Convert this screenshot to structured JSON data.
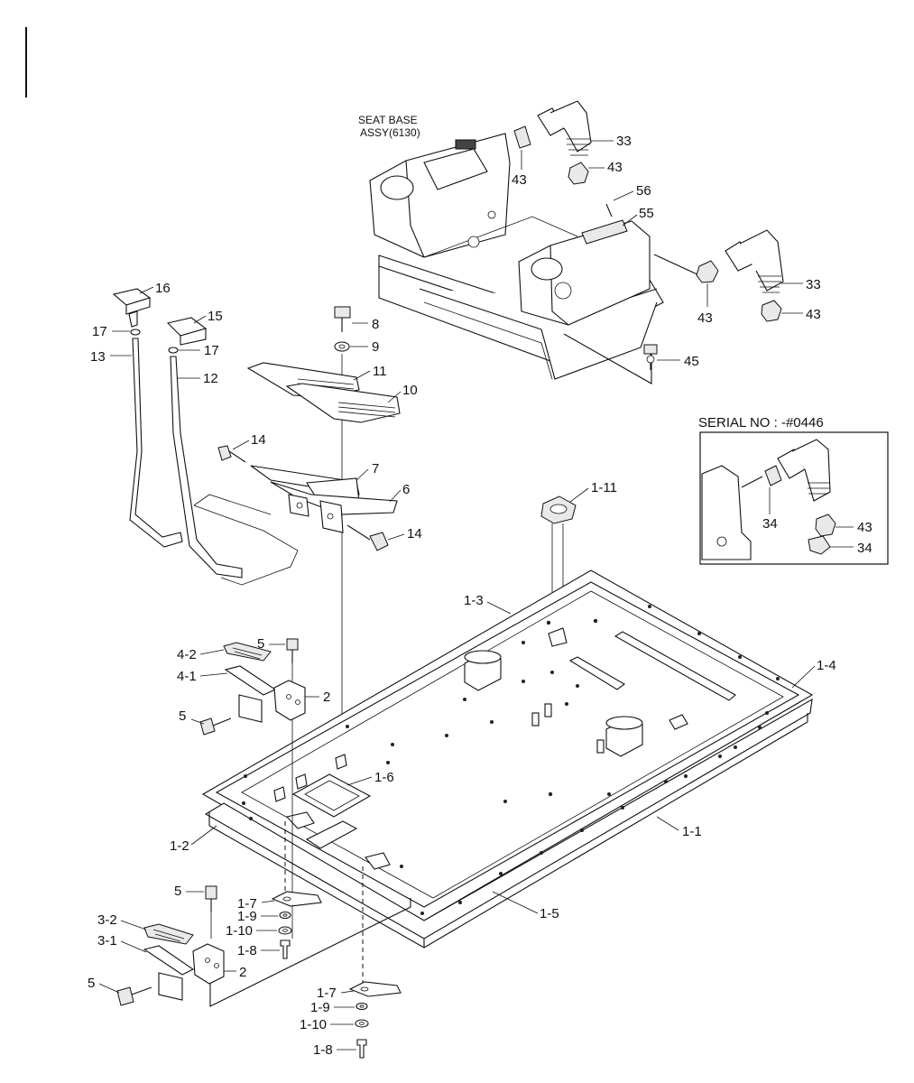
{
  "header": {
    "seat_base_line1": "SEAT BASE",
    "seat_base_line2": "ASSY(6130)"
  },
  "inset": {
    "title": "SERIAL NO : -#0446",
    "callouts": [
      "34",
      "43",
      "34"
    ]
  },
  "callouts": {
    "p33a": "33",
    "p43a": "43",
    "p43b": "43",
    "p56": "56",
    "p55": "55",
    "p33b": "33",
    "p43c": "43",
    "p43d": "43",
    "p45": "45",
    "p16": "16",
    "p15": "15",
    "p17a": "17",
    "p17b": "17",
    "p13": "13",
    "p12": "12",
    "p8": "8",
    "p9": "9",
    "p11": "11",
    "p10": "10",
    "p14a": "14",
    "p7": "7",
    "p6": "6",
    "p14b": "14",
    "p1_11": "1-11",
    "p1_3": "1-3",
    "p1_4": "1-4",
    "p5a": "5",
    "p4_2": "4-2",
    "p4_1": "4-1",
    "p2a": "2",
    "p5b": "5",
    "p1_6": "1-6",
    "p1_2": "1-2",
    "p1_1": "1-1",
    "p5c": "5",
    "p1_7a": "1-7",
    "p1_9a": "1-9",
    "p1_10a": "1-10",
    "p1_8a": "1-8",
    "p3_2": "3-2",
    "p3_1": "3-1",
    "p2b": "2",
    "p5d": "5",
    "p1_5": "1-5",
    "p1_7b": "1-7",
    "p1_9b": "1-9",
    "p1_10b": "1-10",
    "p1_8b": "1-8"
  }
}
